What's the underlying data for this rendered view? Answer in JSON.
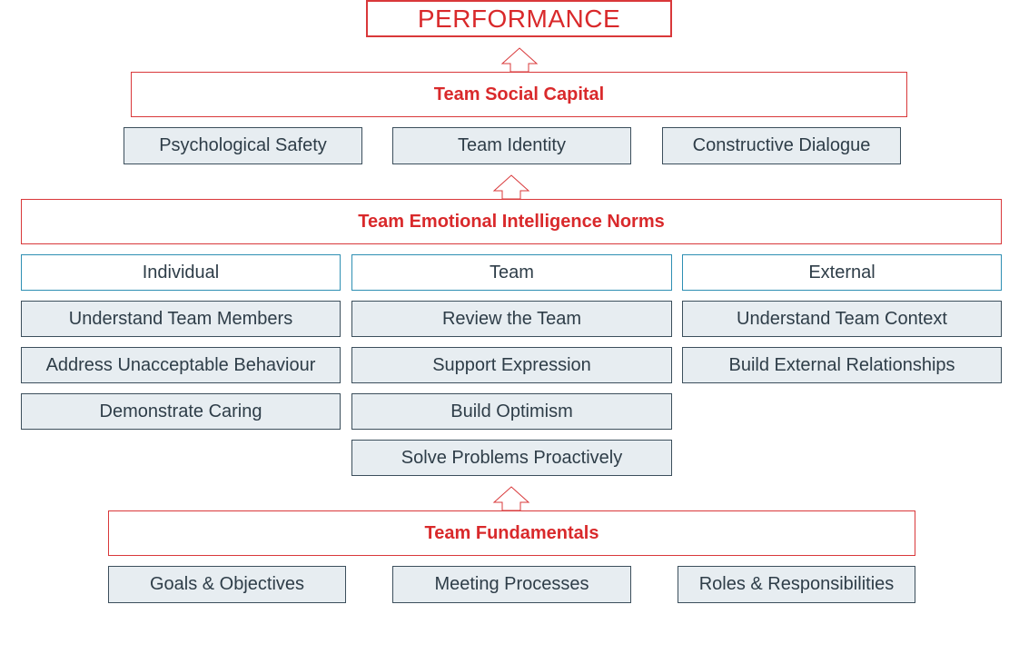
{
  "performance": "PERFORMANCE",
  "social_capital": {
    "title": "Team Social Capital",
    "items": [
      "Psychological Safety",
      "Team Identity",
      "Constructive Dialogue"
    ]
  },
  "ei_norms": {
    "title": "Team Emotional Intelligence Norms",
    "columns": [
      {
        "header": "Individual",
        "items": [
          "Understand Team Members",
          "Address Unacceptable Behaviour",
          "Demonstrate Caring"
        ]
      },
      {
        "header": "Team",
        "items": [
          "Review the Team",
          "Support Expression",
          "Build Optimism",
          "Solve Problems Proactively"
        ]
      },
      {
        "header": "External",
        "items": [
          "Understand Team Context",
          "Build External Relationships"
        ]
      }
    ]
  },
  "fundamentals": {
    "title": "Team Fundamentals",
    "items": [
      "Goals & Objectives",
      "Meeting Processes",
      "Roles & Responsibilities"
    ]
  },
  "colors": {
    "accent_red": "#d9292b",
    "box_fill": "#e7edf1",
    "box_border": "#3c4f5c",
    "category_border": "#2e8fb3"
  }
}
